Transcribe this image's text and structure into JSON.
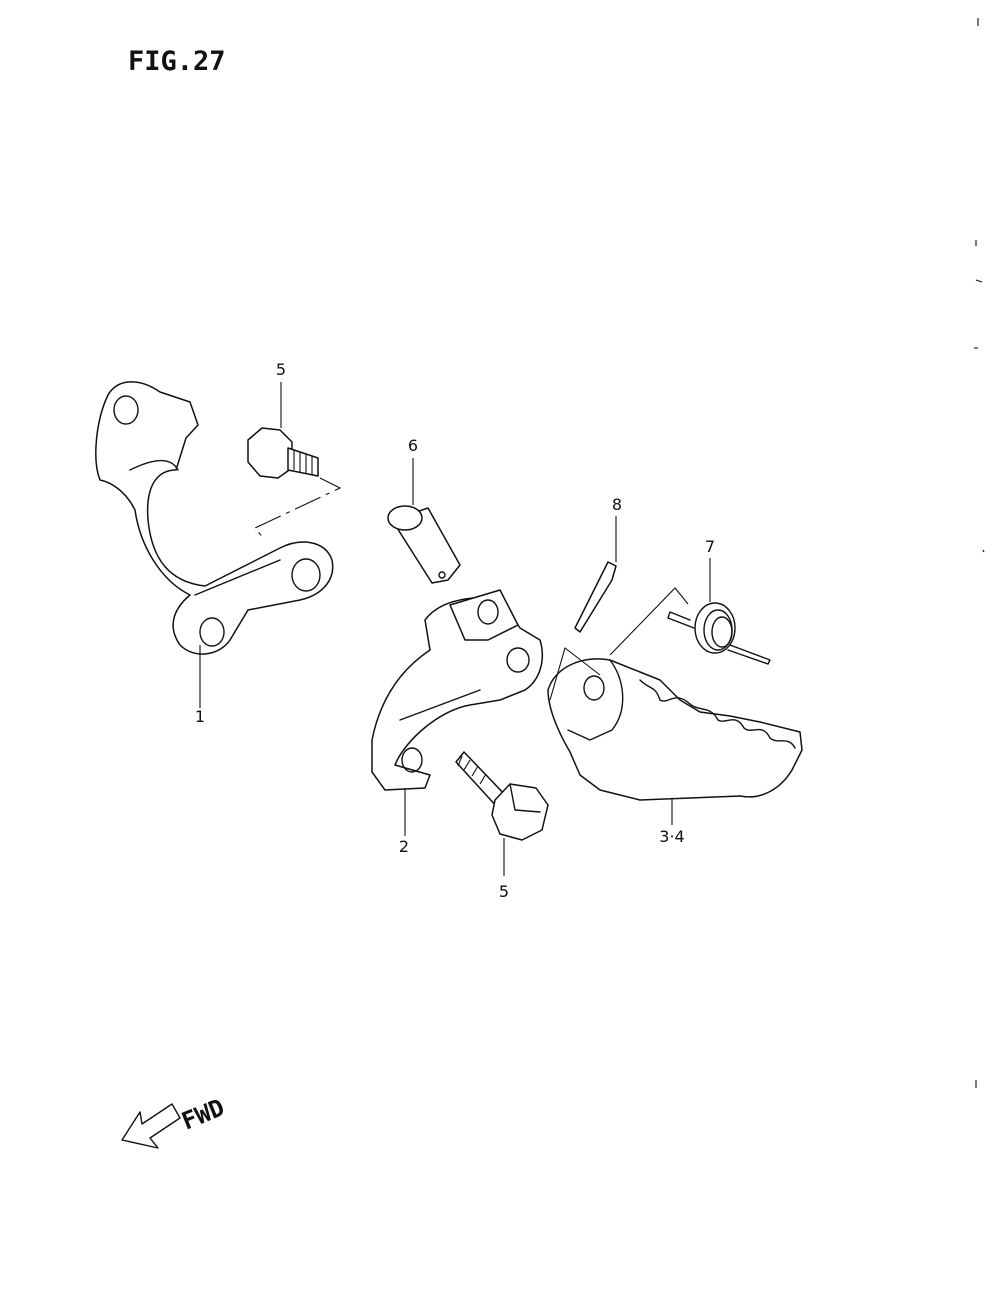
{
  "figure": {
    "title": "FIG.27",
    "fwd_label": "FWD"
  },
  "callouts": [
    {
      "id": "callout-1",
      "text": "1"
    },
    {
      "id": "callout-2",
      "text": "2"
    },
    {
      "id": "callout-3-4",
      "text": "3·4"
    },
    {
      "id": "callout-5-top",
      "text": "5"
    },
    {
      "id": "callout-5-bottom",
      "text": "5"
    },
    {
      "id": "callout-6",
      "text": "6"
    },
    {
      "id": "callout-7",
      "text": "7"
    },
    {
      "id": "callout-8",
      "text": "8"
    }
  ],
  "icons": {
    "direction": "fwd-arrow-icon"
  }
}
